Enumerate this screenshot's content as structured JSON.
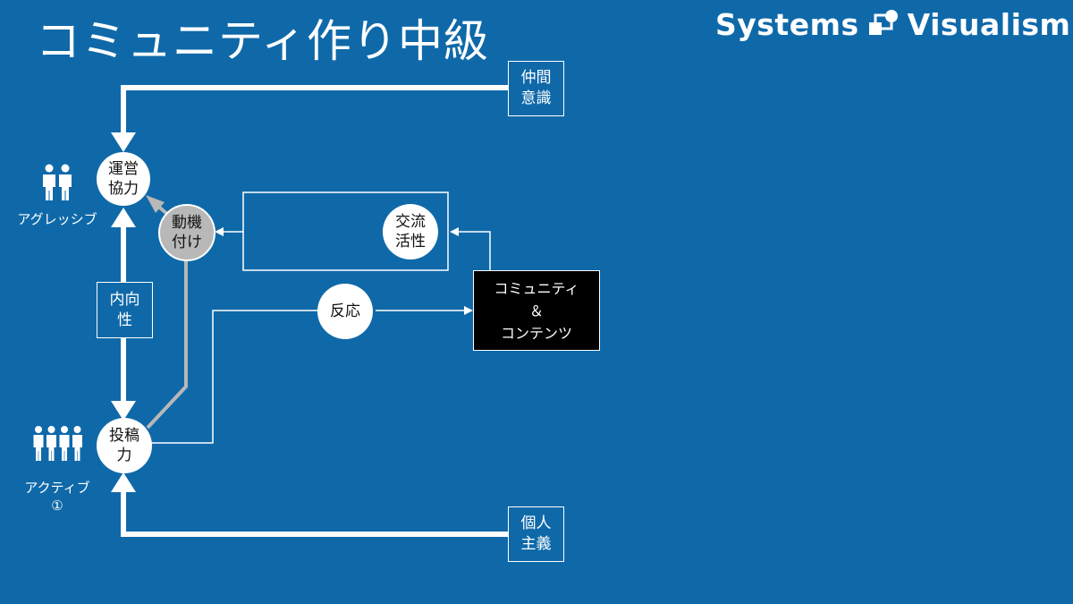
{
  "title": "コミュニティ作り中級",
  "brand": {
    "left": "Systems",
    "right": "Visualism",
    "logo_icon": "systems-visualism-logo-icon"
  },
  "colors": {
    "background": "#0f69a9",
    "line": "#ffffff",
    "motivation_line": "#b8b8b8",
    "content_box": "#000000"
  },
  "nodes": {
    "operation": {
      "line1": "運営",
      "line2": "協力"
    },
    "motivation": {
      "line1": "動機",
      "line2": "付け"
    },
    "posting": {
      "line1": "投稿",
      "line2": "力"
    },
    "reaction": {
      "label": "反応"
    },
    "exchange": {
      "line1": "交流",
      "line2": "活性"
    }
  },
  "boxes": {
    "fellowship": {
      "line1": "仲間",
      "line2": "意識"
    },
    "introversion": {
      "line1": "内向",
      "line2": "性"
    },
    "individualism": {
      "line1": "個人",
      "line2": "主義"
    },
    "community": {
      "line1": "コミュニティ",
      "line2": "＆",
      "line3": "コンテンツ"
    }
  },
  "personas": {
    "aggressive": {
      "label": "アグレッシブ",
      "icon": "two-people-icon"
    },
    "active": {
      "line1": "アクティブ",
      "line2": "①",
      "icon": "four-people-icon"
    }
  }
}
